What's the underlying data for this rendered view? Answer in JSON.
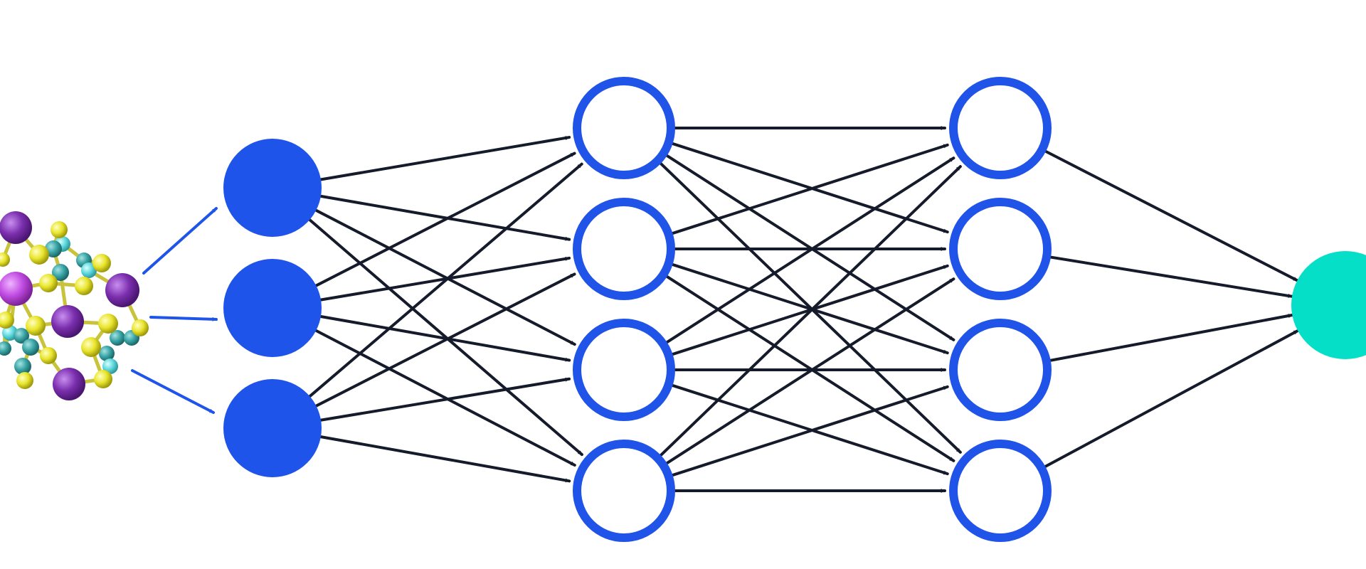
{
  "colors": {
    "background": "#ffffff",
    "input_node": "#1f54ea",
    "hidden_node_stroke": "#2053e8",
    "output_node": "#06dfc7",
    "edge": "#151b2a",
    "input_arrow": "#1f54ea",
    "atom_purple": "#7b2fae",
    "atom_magenta": "#c14ce3",
    "atom_yellow": "#e9e52d",
    "atom_teal": "#3aa5a6",
    "atom_cyan": "#5ed9de"
  },
  "diagram": {
    "type": "feed-forward neural network",
    "input_graphic": "molecule-icon",
    "layers": [
      {
        "name": "input",
        "node_count": 3,
        "style": "filled"
      },
      {
        "name": "hidden-1",
        "node_count": 4,
        "style": "outlined"
      },
      {
        "name": "hidden-2",
        "node_count": 4,
        "style": "outlined"
      },
      {
        "name": "output",
        "node_count": 1,
        "style": "filled"
      }
    ],
    "connectivity": "fully-connected",
    "molecule_to_input_arrows": 3
  }
}
